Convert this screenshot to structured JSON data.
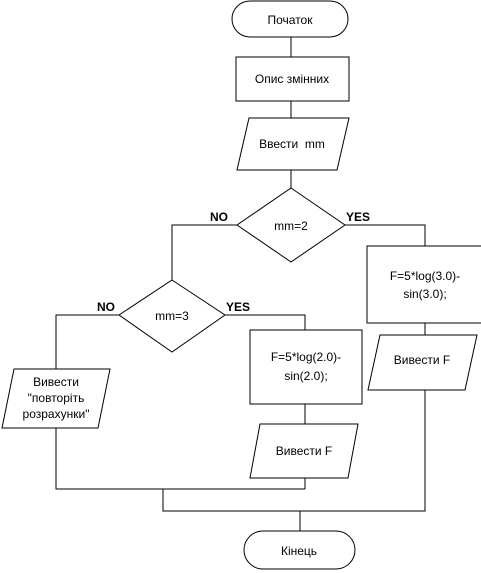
{
  "nodes": {
    "start": "Початок",
    "declare_vars": "Опис змінних",
    "input_mm": "Ввести  mm",
    "cond_mm2": "mm=2",
    "cond_mm3": "mm=3",
    "calc_f1": [
      "F=5*log(3.0)-",
      "sin(3.0);"
    ],
    "output_f1": "Вивести F",
    "calc_f2": [
      "F=5*log(2.0)-",
      "sin(2.0);"
    ],
    "output_f2": "Вивести F",
    "output_repeat": [
      "Вивести",
      "\"повторіть",
      "розрахунки\""
    ],
    "end": "Кінець"
  },
  "branches": {
    "cond_mm2_no": "NO",
    "cond_mm2_yes": "YES",
    "cond_mm3_no": "NO",
    "cond_mm3_yes": "YES"
  },
  "colors": {
    "stroke": "#000000",
    "fill": "#ffffff"
  }
}
